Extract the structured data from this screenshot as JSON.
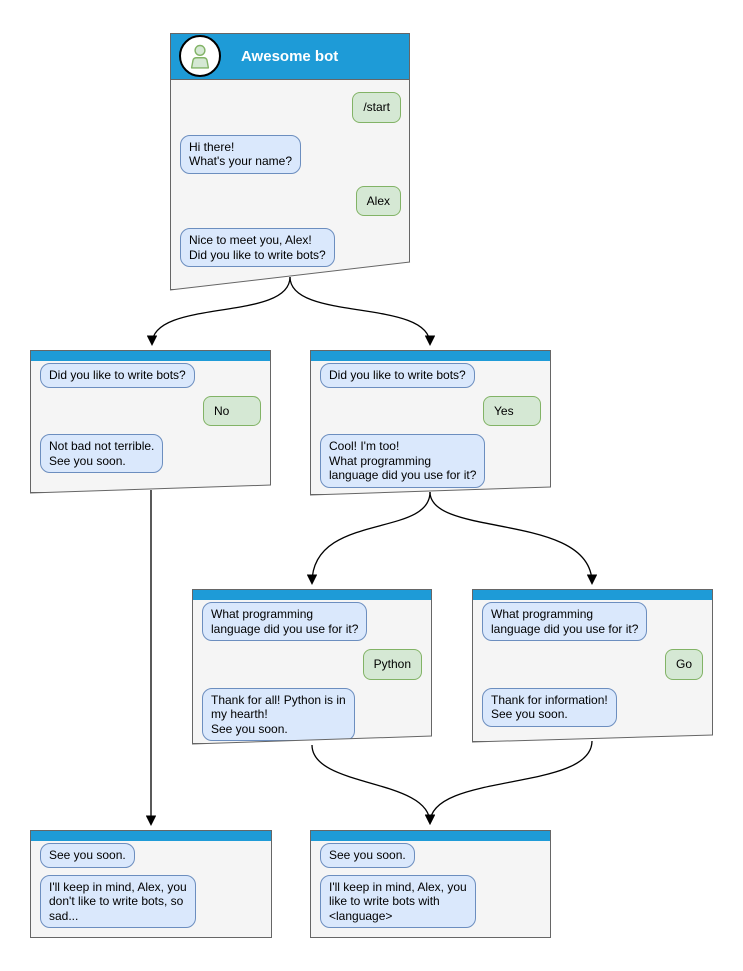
{
  "colors": {
    "header_blue": "#1e9bd7",
    "window_fill": "#f5f5f5",
    "window_border": "#666666",
    "bot_fill": "#dae8fc",
    "bot_border": "#6c8ebf",
    "user_fill": "#d5e8d4",
    "user_border": "#82b366",
    "connector": "#000000",
    "title_text": "#ffffff"
  },
  "windows": {
    "root": {
      "title": "Awesome bot",
      "messages": [
        {
          "side": "user",
          "text": "/start"
        },
        {
          "side": "bot",
          "text": "Hi there!\nWhat's your name?"
        },
        {
          "side": "user",
          "text": "Alex"
        },
        {
          "side": "bot",
          "text": "Nice to meet you, Alex!\nDid you like to write bots?"
        }
      ]
    },
    "branch_no": {
      "messages": [
        {
          "side": "bot",
          "text": "Did you like to write bots?"
        },
        {
          "side": "user",
          "text": "No"
        },
        {
          "side": "bot",
          "text": "Not bad not terrible.\nSee you soon."
        }
      ]
    },
    "branch_yes": {
      "messages": [
        {
          "side": "bot",
          "text": "Did you like to write bots?"
        },
        {
          "side": "user",
          "text": "Yes"
        },
        {
          "side": "bot",
          "text": "Cool! I'm too!\nWhat programming\nlanguage did you use for it?"
        }
      ]
    },
    "branch_python": {
      "messages": [
        {
          "side": "bot",
          "text": "What programming\nlanguage did you use for it?"
        },
        {
          "side": "user",
          "text": "Python"
        },
        {
          "side": "bot",
          "text": "Thank for all! Python is in\nmy hearth!\nSee you soon."
        }
      ]
    },
    "branch_go": {
      "messages": [
        {
          "side": "bot",
          "text": "What programming\nlanguage did you use for it?"
        },
        {
          "side": "user",
          "text": "Go"
        },
        {
          "side": "bot",
          "text": "Thank for information!\nSee you soon."
        }
      ]
    },
    "end_no": {
      "messages": [
        {
          "side": "bot",
          "text": "See you soon."
        },
        {
          "side": "bot",
          "text": "I'll keep in mind, Alex, you\ndon't like to write bots, so\nsad..."
        }
      ]
    },
    "end_yes": {
      "messages": [
        {
          "side": "bot",
          "text": "See you soon."
        },
        {
          "side": "bot",
          "text": "I'll keep in mind, Alex, you\nlike to write bots with\n<language>"
        }
      ]
    }
  },
  "edges": [
    {
      "from": "root",
      "to": "branch_no"
    },
    {
      "from": "root",
      "to": "branch_yes"
    },
    {
      "from": "branch_yes",
      "to": "branch_python"
    },
    {
      "from": "branch_yes",
      "to": "branch_go"
    },
    {
      "from": "branch_no",
      "to": "end_no"
    },
    {
      "from": "branch_python",
      "to": "end_yes"
    },
    {
      "from": "branch_go",
      "to": "end_yes"
    }
  ]
}
